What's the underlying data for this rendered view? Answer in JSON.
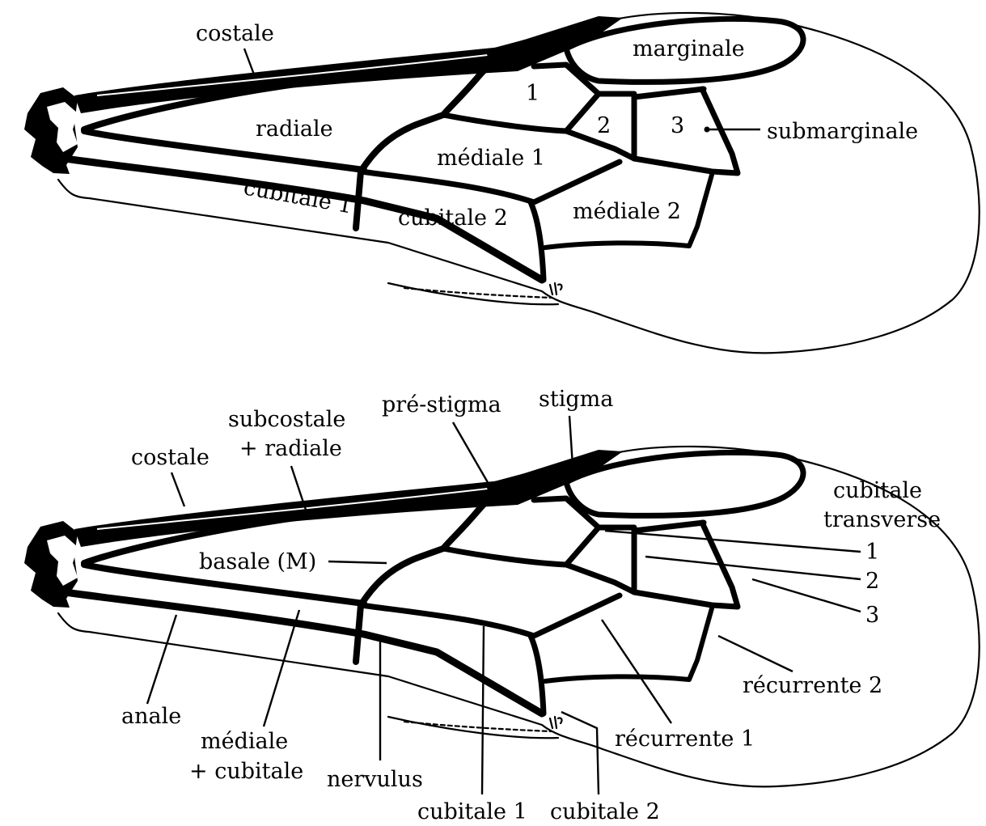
{
  "upper_wing": {
    "cells": {
      "costale": "costale",
      "marginale": "marginale",
      "sub1": "1",
      "radiale": "radiale",
      "sub2": "2",
      "sub3": "3",
      "submarginale": "submarginale",
      "mediale1": "médiale 1",
      "cubitale1": "cubitale 1",
      "cubitale2": "cubitale 2",
      "mediale2": "médiale 2"
    }
  },
  "lower_wing": {
    "veins": {
      "subcostale_l1": "subcostale",
      "subcostale_l2": "+ radiale",
      "prestigma": "pré-stigma",
      "stigma": "stigma",
      "costale": "costale",
      "cub_trans_l1": "cubitale",
      "cub_trans_l2": "transverse",
      "n1": "1",
      "n2": "2",
      "n3": "3",
      "basale": "basale (M)",
      "recurrente2": "récurrente 2",
      "anale": "anale",
      "recurrente1": "récurrente 1",
      "mediale_l1": "médiale",
      "mediale_l2": "+ cubitale",
      "nervulus": "nervulus",
      "cubitale1": "cubitale 1",
      "cubitale2": "cubitale 2"
    }
  }
}
